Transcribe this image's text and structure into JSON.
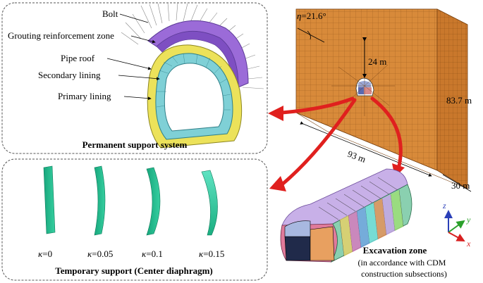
{
  "permanent": {
    "title": "Permanent support system",
    "labels": [
      "Bolt",
      "Grouting reinforcement zone",
      "Pipe roof",
      "Secondary lining",
      "Primary lining"
    ]
  },
  "temporary": {
    "title": "Temporary support (Center diaphragm)",
    "kappa_symbol": "κ",
    "kappa_values": [
      "=0",
      "=0.05",
      "=0.1",
      "=0.15"
    ]
  },
  "model": {
    "eta_symbol": "η",
    "eta_value": "=21.6°",
    "depth": "24 m",
    "height": "83.7 m",
    "length": "93 m",
    "width": "30 m"
  },
  "excavation": {
    "title": "Excavation zone",
    "note_line1": "(in accordance with CDM",
    "note_line2": "construction subsections)"
  },
  "axes": {
    "z": "z",
    "y": "y",
    "x": "x"
  },
  "colors": {
    "box_front": "#d88a3a",
    "box_top": "#e39a45",
    "box_side": "#c9782c",
    "arrow": "#e0201e",
    "pipe_roof": "#9b6bd8",
    "secondary_lining": "#7fd0d6",
    "primary_lining": "#ece25a",
    "diaphragm": "#1fb88a",
    "panel_border": "#555555"
  }
}
